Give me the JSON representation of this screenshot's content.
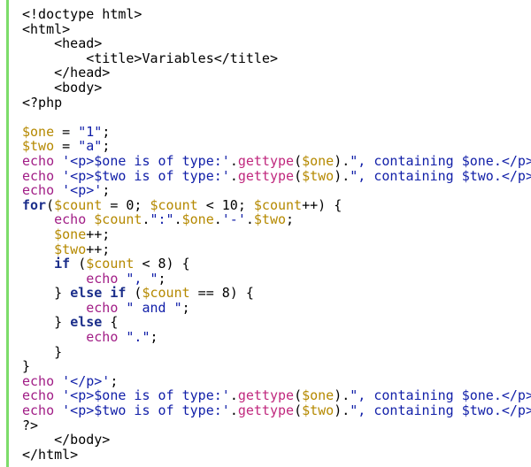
{
  "editor": {
    "colors": {
      "gutter": "#7ddc6a",
      "keyword_echo": "#a11d86",
      "variable": "#b58900",
      "string": "#101ea8",
      "control": "#1a2d8a"
    },
    "lines": [
      [
        {
          "t": "<!doctype html>",
          "c": ""
        }
      ],
      [
        {
          "t": "<html>",
          "c": ""
        }
      ],
      [
        {
          "t": "    <head>",
          "c": ""
        }
      ],
      [
        {
          "t": "        <title>Variables</title>",
          "c": ""
        }
      ],
      [
        {
          "t": "    </head>",
          "c": ""
        }
      ],
      [
        {
          "t": "    <body>",
          "c": ""
        }
      ],
      [
        {
          "t": "<?php",
          "c": ""
        }
      ],
      [
        {
          "t": "",
          "c": ""
        }
      ],
      [
        {
          "t": "$one",
          "c": "var"
        },
        {
          "t": " = ",
          "c": ""
        },
        {
          "t": "\"1\"",
          "c": "str"
        },
        {
          "t": ";",
          "c": ""
        }
      ],
      [
        {
          "t": "$two",
          "c": "var"
        },
        {
          "t": " = ",
          "c": ""
        },
        {
          "t": "\"a\"",
          "c": "str"
        },
        {
          "t": ";",
          "c": ""
        }
      ],
      [
        {
          "t": "echo",
          "c": "kw"
        },
        {
          "t": " '<p>$one is of type:'",
          "c": "str"
        },
        {
          "t": ".",
          "c": ""
        },
        {
          "t": "gettype",
          "c": "fn"
        },
        {
          "t": "(",
          "c": ""
        },
        {
          "t": "$one",
          "c": "var"
        },
        {
          "t": ").",
          "c": ""
        },
        {
          "t": "\", containing $one.</p>",
          "c": "str"
        }
      ],
      [
        {
          "t": "echo",
          "c": "kw"
        },
        {
          "t": " '<p>$two is of type:'",
          "c": "str"
        },
        {
          "t": ".",
          "c": ""
        },
        {
          "t": "gettype",
          "c": "fn"
        },
        {
          "t": "(",
          "c": ""
        },
        {
          "t": "$two",
          "c": "var"
        },
        {
          "t": ").",
          "c": ""
        },
        {
          "t": "\", containing $two.</p>",
          "c": "str"
        }
      ],
      [
        {
          "t": "echo",
          "c": "kw"
        },
        {
          "t": " '<p>'",
          "c": "str"
        },
        {
          "t": ";",
          "c": ""
        }
      ],
      [
        {
          "t": "for",
          "c": "ctl"
        },
        {
          "t": "(",
          "c": ""
        },
        {
          "t": "$count",
          "c": "var"
        },
        {
          "t": " = 0; ",
          "c": ""
        },
        {
          "t": "$count",
          "c": "var"
        },
        {
          "t": " < 10; ",
          "c": ""
        },
        {
          "t": "$count",
          "c": "var"
        },
        {
          "t": "++) {",
          "c": ""
        }
      ],
      [
        {
          "t": "    ",
          "c": ""
        },
        {
          "t": "echo",
          "c": "kw"
        },
        {
          "t": " ",
          "c": ""
        },
        {
          "t": "$count",
          "c": "var"
        },
        {
          "t": ".",
          "c": ""
        },
        {
          "t": "\":\"",
          "c": "str"
        },
        {
          "t": ".",
          "c": ""
        },
        {
          "t": "$one",
          "c": "var"
        },
        {
          "t": ".",
          "c": ""
        },
        {
          "t": "'-'",
          "c": "str"
        },
        {
          "t": ".",
          "c": ""
        },
        {
          "t": "$two",
          "c": "var"
        },
        {
          "t": ";",
          "c": ""
        }
      ],
      [
        {
          "t": "    ",
          "c": ""
        },
        {
          "t": "$one",
          "c": "var"
        },
        {
          "t": "++;",
          "c": ""
        }
      ],
      [
        {
          "t": "    ",
          "c": ""
        },
        {
          "t": "$two",
          "c": "var"
        },
        {
          "t": "++;",
          "c": ""
        }
      ],
      [
        {
          "t": "    ",
          "c": ""
        },
        {
          "t": "if",
          "c": "ctl"
        },
        {
          "t": " (",
          "c": ""
        },
        {
          "t": "$count",
          "c": "var"
        },
        {
          "t": " < 8) {",
          "c": ""
        }
      ],
      [
        {
          "t": "        ",
          "c": ""
        },
        {
          "t": "echo",
          "c": "kw"
        },
        {
          "t": " ",
          "c": ""
        },
        {
          "t": "\", \"",
          "c": "str"
        },
        {
          "t": ";",
          "c": ""
        }
      ],
      [
        {
          "t": "    } ",
          "c": ""
        },
        {
          "t": "else if",
          "c": "ctl"
        },
        {
          "t": " (",
          "c": ""
        },
        {
          "t": "$count",
          "c": "var"
        },
        {
          "t": " == 8) {",
          "c": ""
        }
      ],
      [
        {
          "t": "        ",
          "c": ""
        },
        {
          "t": "echo",
          "c": "kw"
        },
        {
          "t": " ",
          "c": ""
        },
        {
          "t": "\" and \"",
          "c": "str"
        },
        {
          "t": ";",
          "c": ""
        }
      ],
      [
        {
          "t": "    } ",
          "c": ""
        },
        {
          "t": "else",
          "c": "ctl"
        },
        {
          "t": " {",
          "c": ""
        }
      ],
      [
        {
          "t": "        ",
          "c": ""
        },
        {
          "t": "echo",
          "c": "kw"
        },
        {
          "t": " ",
          "c": ""
        },
        {
          "t": "\".\"",
          "c": "str"
        },
        {
          "t": ";",
          "c": ""
        }
      ],
      [
        {
          "t": "    }",
          "c": ""
        }
      ],
      [
        {
          "t": "}",
          "c": ""
        }
      ],
      [
        {
          "t": "echo",
          "c": "kw"
        },
        {
          "t": " '</p>'",
          "c": "str"
        },
        {
          "t": ";",
          "c": ""
        }
      ],
      [
        {
          "t": "echo",
          "c": "kw"
        },
        {
          "t": " '<p>$one is of type:'",
          "c": "str"
        },
        {
          "t": ".",
          "c": ""
        },
        {
          "t": "gettype",
          "c": "fn"
        },
        {
          "t": "(",
          "c": ""
        },
        {
          "t": "$one",
          "c": "var"
        },
        {
          "t": ").",
          "c": ""
        },
        {
          "t": "\", containing $one.</p>",
          "c": "str"
        }
      ],
      [
        {
          "t": "echo",
          "c": "kw"
        },
        {
          "t": " '<p>$two is of type:'",
          "c": "str"
        },
        {
          "t": ".",
          "c": ""
        },
        {
          "t": "gettype",
          "c": "fn"
        },
        {
          "t": "(",
          "c": ""
        },
        {
          "t": "$two",
          "c": "var"
        },
        {
          "t": ").",
          "c": ""
        },
        {
          "t": "\", containing $two.</p>",
          "c": "str"
        }
      ],
      [
        {
          "t": "?>",
          "c": ""
        }
      ],
      [
        {
          "t": "    </body>",
          "c": ""
        }
      ],
      [
        {
          "t": "</html>",
          "c": ""
        }
      ]
    ]
  }
}
